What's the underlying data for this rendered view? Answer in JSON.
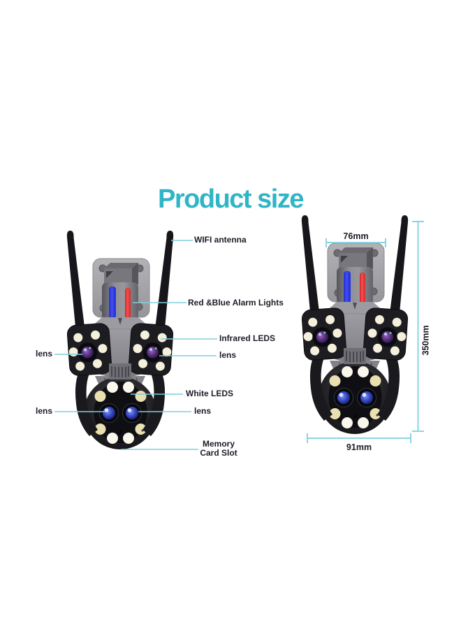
{
  "title": {
    "text": "Product size"
  },
  "colors": {
    "accent_teal": "#2fb5c6",
    "leader_line_cyan": "#7fcfdc",
    "dimension_line_cyan": "#8bd5e1",
    "label_text": "#1c1c28",
    "alarm_blue": "#2b36d8",
    "alarm_red": "#de3030"
  },
  "left_camera": {
    "description": "dual-lens PTZ security camera with feature callouts",
    "labels": {
      "wifi_antenna": "WIFI antenna",
      "alarm_lights": "Red &Blue Alarm Lights",
      "infrared_leds": "Infrared LEDS",
      "lens_top_left": "lens",
      "lens_top_right": "lens",
      "white_leds": "White LEDS",
      "lens_bottom_left": "lens",
      "lens_bottom_right": "lens",
      "memory_line1": "Memory",
      "memory_line2": "Card Slot"
    }
  },
  "right_camera": {
    "description": "same camera shown with overall dimensions",
    "dimensions": {
      "top_width": "76mm",
      "height": "350mm",
      "bottom_width": "91mm"
    }
  }
}
